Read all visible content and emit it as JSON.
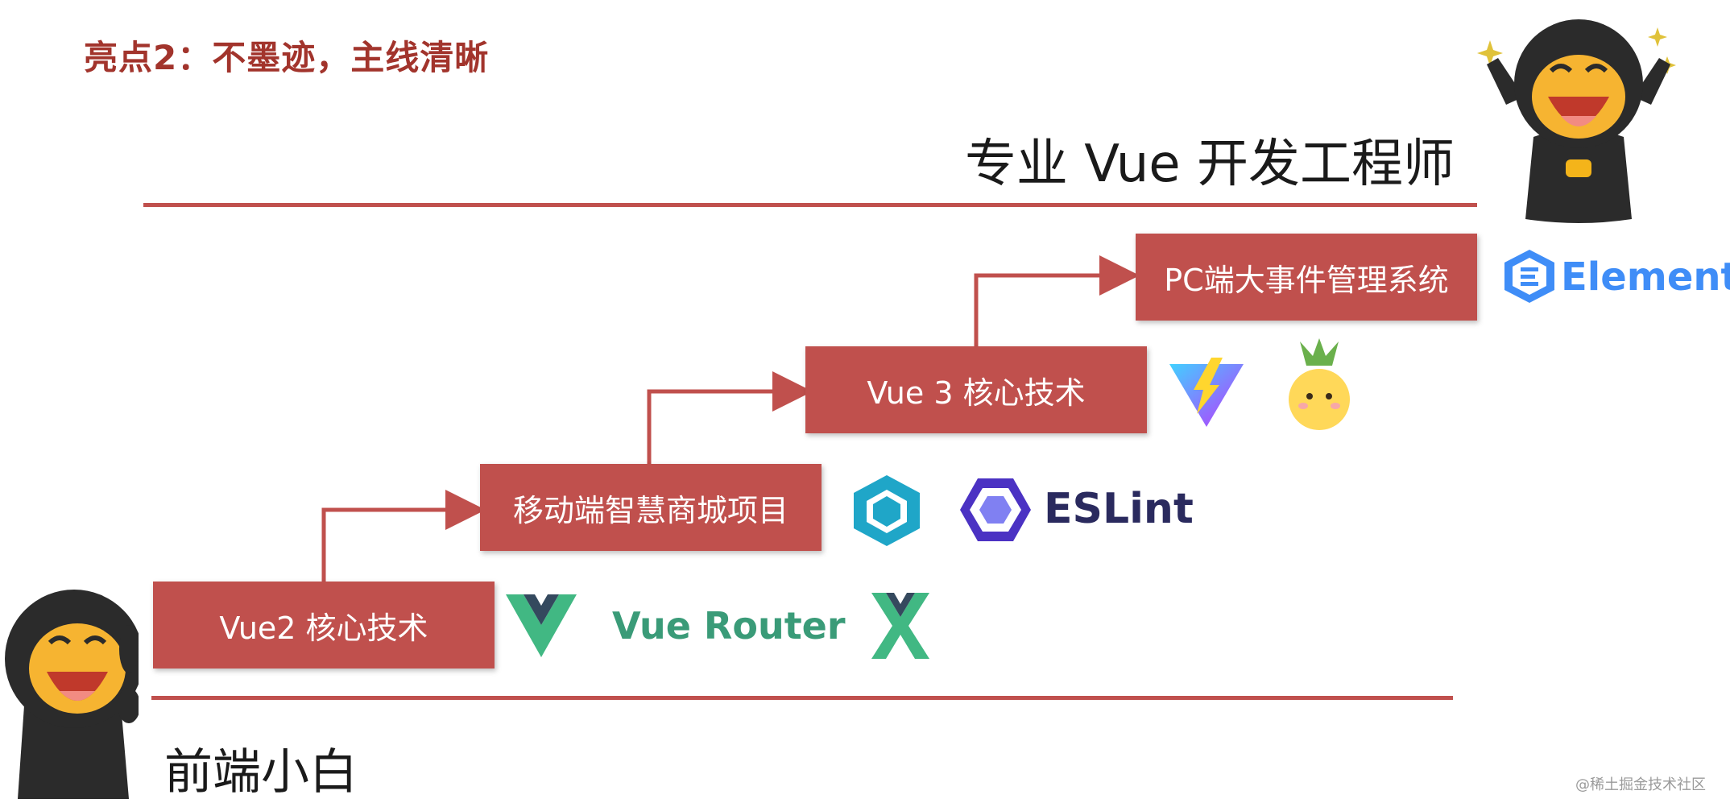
{
  "headline": "亮点2：不墨迹，主线清晰",
  "top_title": "专业 Vue 开发工程师",
  "bottom_title": "前端小白",
  "steps": [
    "Vue2 核心技术",
    "移动端智慧商城项目",
    "Vue 3 核心技术",
    "PC端大事件管理系统"
  ],
  "tech": {
    "vue_router": "Vue Router",
    "eslint": "ESLint",
    "element": "Element",
    "element_plus": "+"
  },
  "watermark": "@稀土掘金技术社区",
  "colors": {
    "accent": "#c0504d",
    "headline": "#a2342c",
    "vue_green": "#41b883",
    "vue_dark": "#34495e",
    "element_blue": "#3f8df7",
    "eslint_purple": "#4b32c3"
  },
  "icons": [
    "mascot-top-icon",
    "mascot-bottom-icon",
    "vue-logo-icon",
    "vuex-logo-icon",
    "vant-logo-icon",
    "eslint-logo-icon",
    "vite-logo-icon",
    "pinia-logo-icon",
    "element-plus-logo-icon",
    "sparkle-icon"
  ]
}
